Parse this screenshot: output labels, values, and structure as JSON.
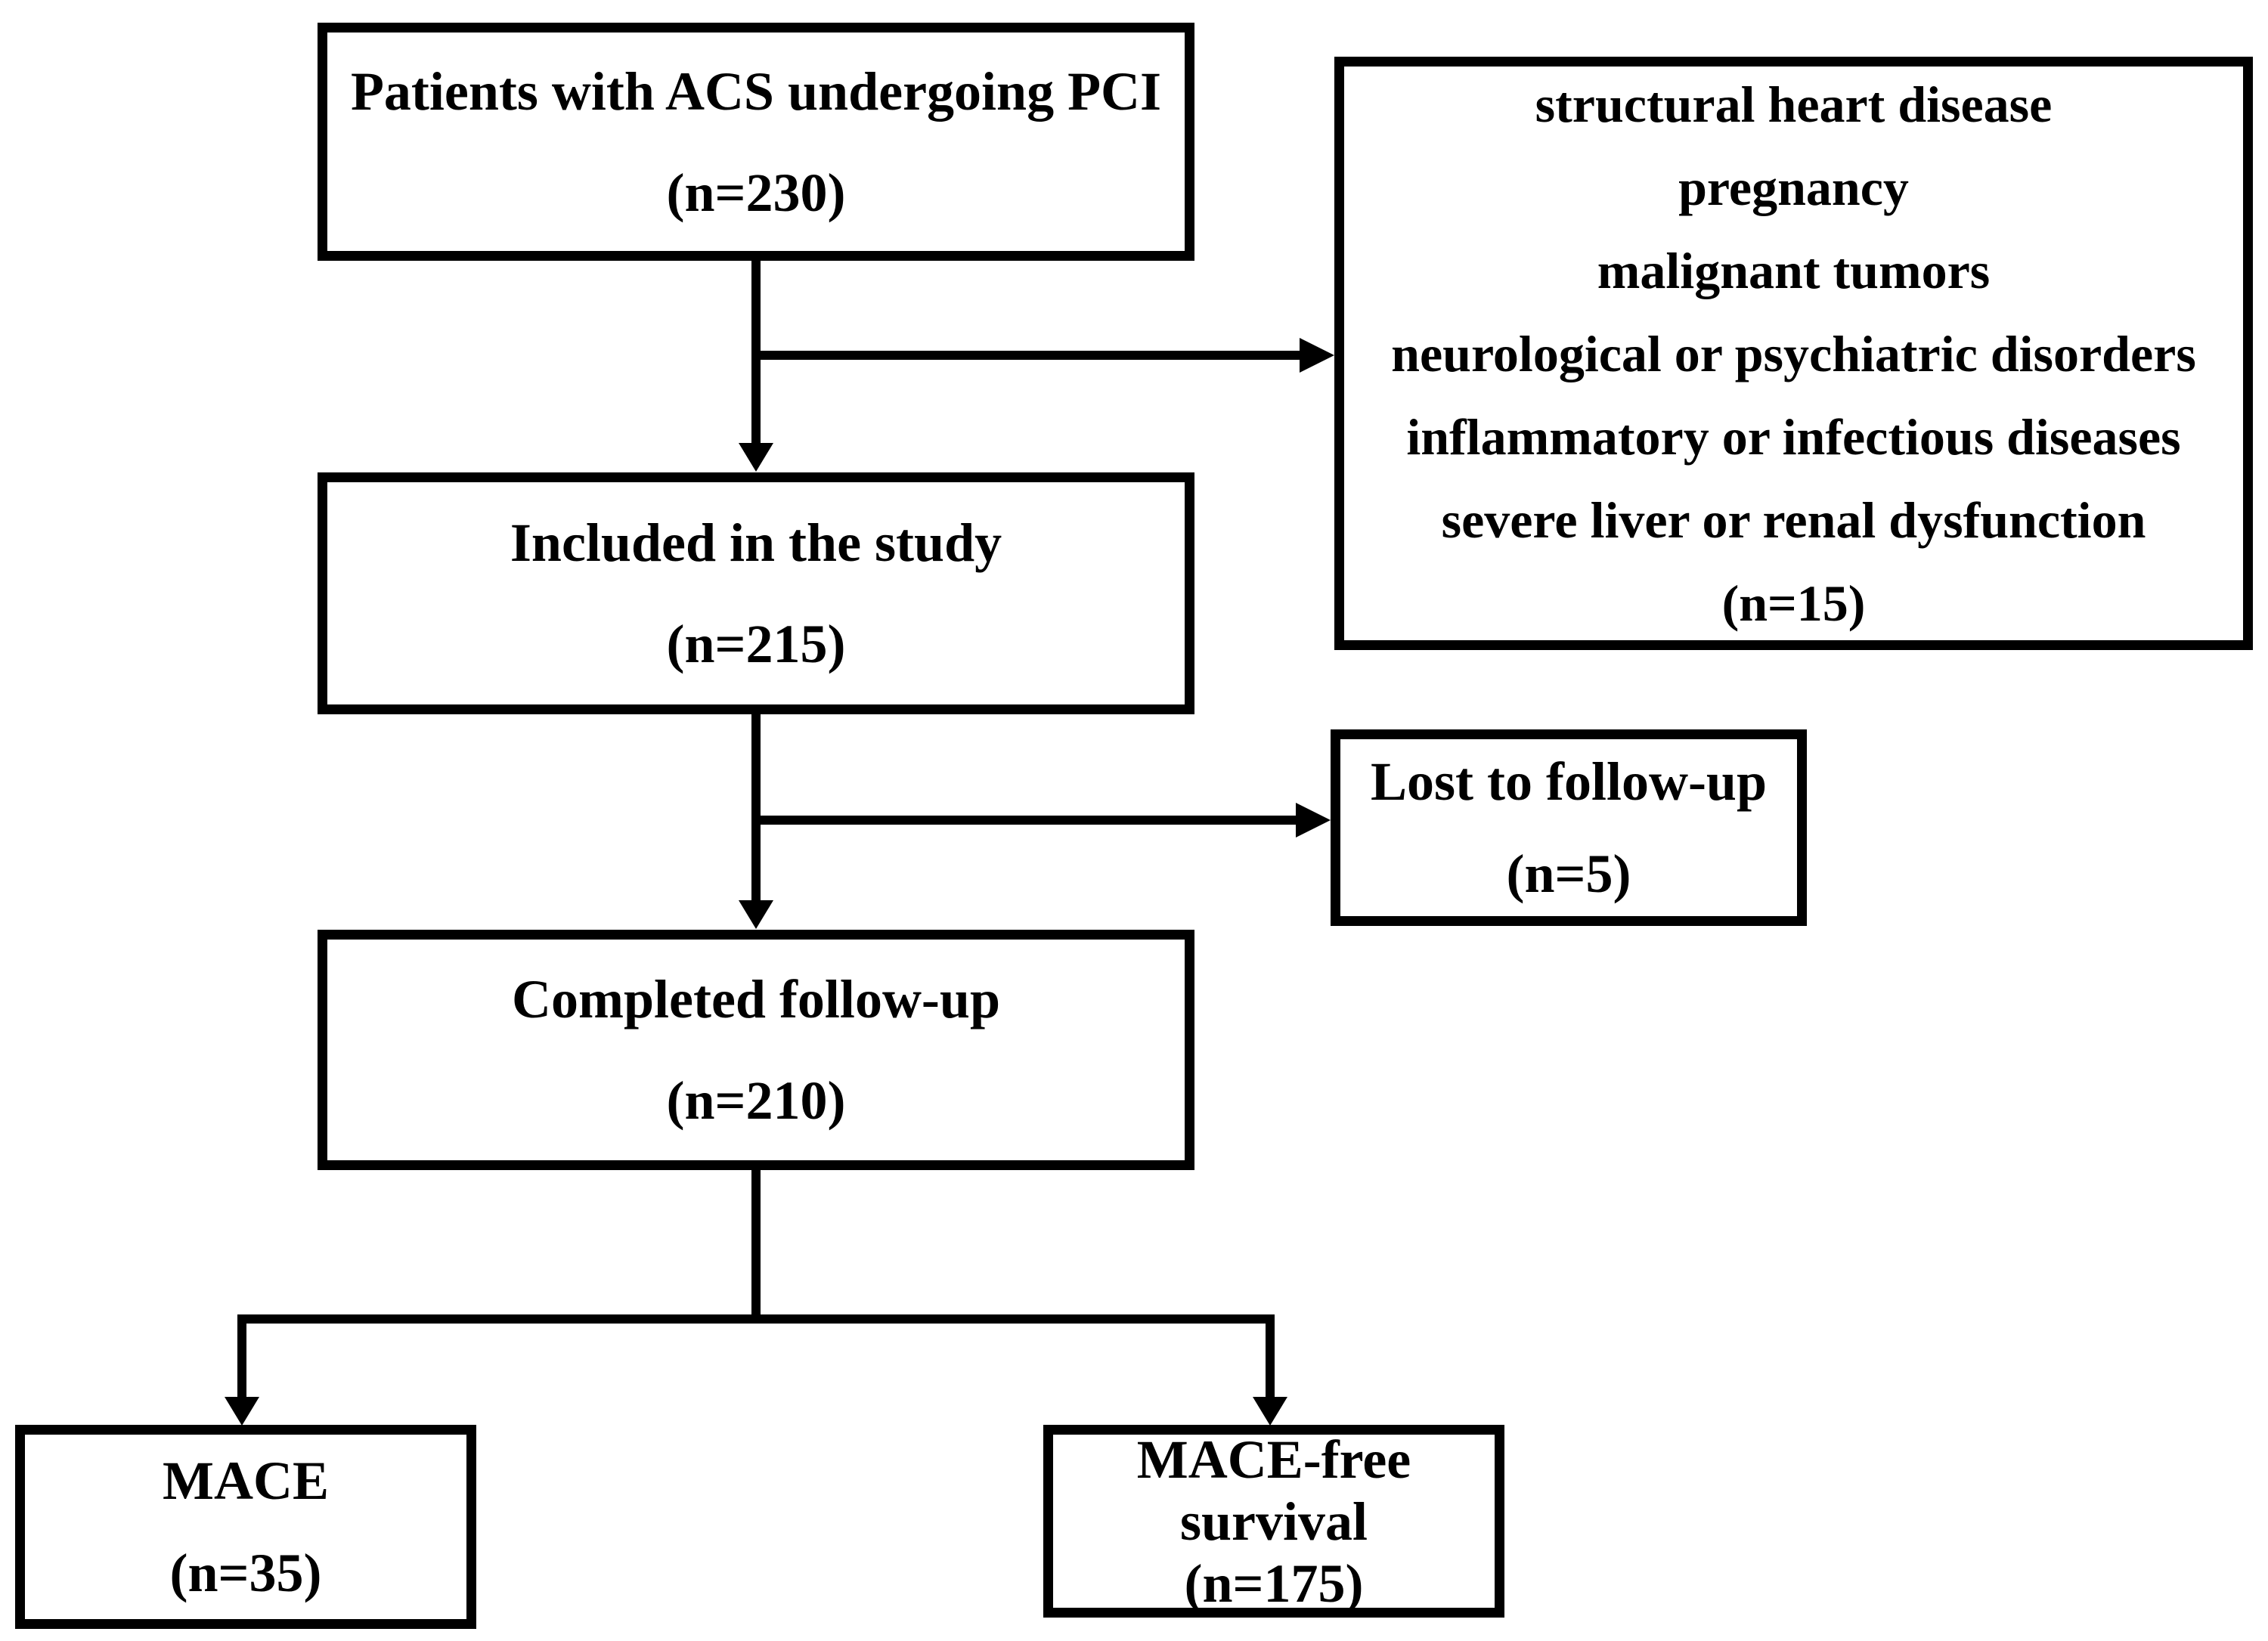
{
  "colors": {
    "ink": "#000000",
    "background": "#ffffff"
  },
  "diagram_type": "patient-flow-chart",
  "nodes": {
    "patients": {
      "lines": [
        "Patients with ACS undergoing PCI",
        "(n=230)"
      ],
      "count": 230
    },
    "exclusions": {
      "lines": [
        "structural heart disease",
        "pregnancy",
        "malignant tumors",
        "neurological or psychiatric disorders",
        "inflammatory or infectious diseases",
        "severe liver or renal dysfunction",
        "(n=15)"
      ],
      "count": 15
    },
    "included": {
      "lines": [
        "Included in the study",
        "(n=215)"
      ],
      "count": 215
    },
    "lost": {
      "lines": [
        "Lost to follow-up",
        "(n=5)"
      ],
      "count": 5
    },
    "completed": {
      "lines": [
        "Completed follow-up",
        "(n=210)"
      ],
      "count": 210
    },
    "mace": {
      "lines": [
        "MACE",
        "(n=35)"
      ],
      "count": 35
    },
    "mace_free": {
      "lines": [
        "MACE-free",
        "survival",
        "(n=175)"
      ],
      "count": 175
    }
  }
}
